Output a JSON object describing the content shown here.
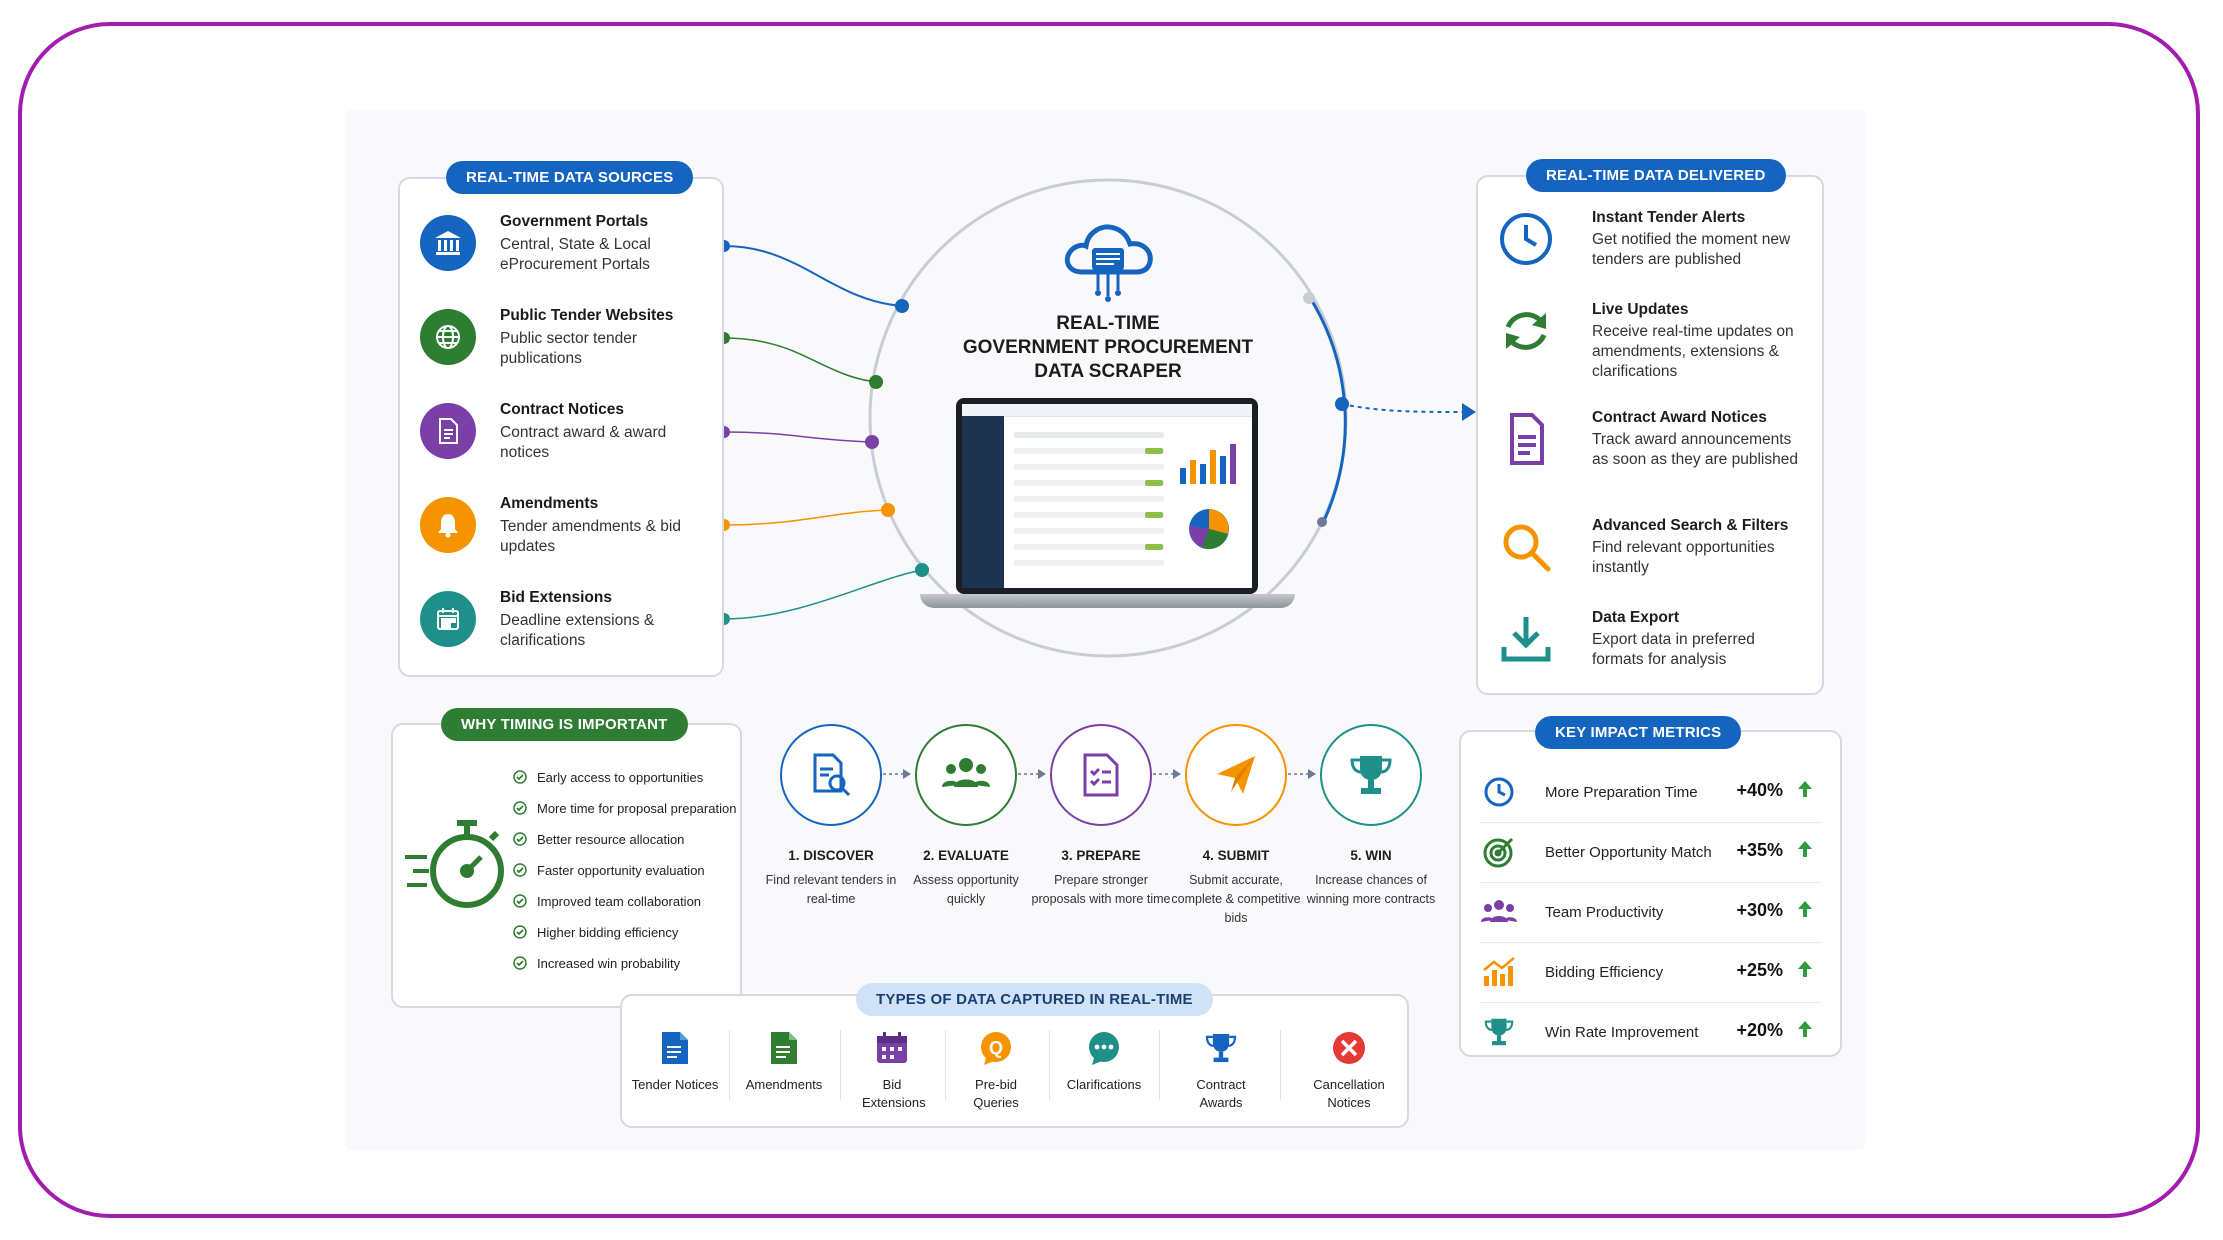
{
  "sources": {
    "badge": "REAL-TIME DATA SOURCES",
    "items": [
      {
        "title": "Government Portals",
        "desc": "Central, State & Local eProcurement Portals",
        "icon": "bank-icon",
        "color": "#1565c0"
      },
      {
        "title": "Public Tender Websites",
        "desc": "Public sector tender publications",
        "icon": "globe-icon",
        "color": "#2e7d32"
      },
      {
        "title": "Contract Notices",
        "desc": "Contract award & award notices",
        "icon": "document-icon",
        "color": "#7b3fa8"
      },
      {
        "title": "Amendments",
        "desc": "Tender amendments & bid updates",
        "icon": "bell-icon",
        "color": "#f59300"
      },
      {
        "title": "Bid Extensions",
        "desc": "Deadline extensions & clarifications",
        "icon": "calendar-icon",
        "color": "#1f8f8a"
      }
    ]
  },
  "center": {
    "title_line1": "REAL-TIME",
    "title_line2": "GOVERNMENT PROCUREMENT",
    "title_line3": "DATA SCRAPER"
  },
  "delivered": {
    "badge": "REAL-TIME DATA DELIVERED",
    "items": [
      {
        "title": "Instant Tender Alerts",
        "desc": "Get notified the moment new tenders are published",
        "icon": "clock-icon",
        "color": "#1565c0"
      },
      {
        "title": "Live Updates",
        "desc": "Receive real-time updates on amendments, extensions & clarifications",
        "icon": "refresh-icon",
        "color": "#2e7d32"
      },
      {
        "title": "Contract Award Notices",
        "desc": "Track award announcements as soon as they are published",
        "icon": "document-icon",
        "color": "#7b3fa8"
      },
      {
        "title": "Advanced Search & Filters",
        "desc": "Find relevant opportunities instantly",
        "icon": "search-icon",
        "color": "#f59300"
      },
      {
        "title": "Data Export",
        "desc": "Export data in preferred formats for analysis",
        "icon": "download-icon",
        "color": "#1f8f8a"
      }
    ]
  },
  "timing": {
    "badge": "WHY TIMING IS IMPORTANT",
    "items": [
      "Early access to opportunities",
      "More time for proposal preparation",
      "Better resource allocation",
      "Faster opportunity evaluation",
      "Improved team collaboration",
      "Higher bidding efficiency",
      "Increased win probability"
    ]
  },
  "steps": [
    {
      "title": "1. DISCOVER",
      "desc": "Find relevant tenders in real-time",
      "icon": "document-search-icon",
      "color": "#1565c0"
    },
    {
      "title": "2. EVALUATE",
      "desc": "Assess opportunity quickly",
      "icon": "team-icon",
      "color": "#2e7d32"
    },
    {
      "title": "3. PREPARE",
      "desc": "Prepare stronger proposals with more time",
      "icon": "checklist-icon",
      "color": "#7b3fa8"
    },
    {
      "title": "4. SUBMIT",
      "desc": "Submit accurate, complete & competitive bids",
      "icon": "paper-plane-icon",
      "color": "#f59300"
    },
    {
      "title": "5. WIN",
      "desc": "Increase chances of winning more contracts",
      "icon": "trophy-icon",
      "color": "#1f8f8a"
    }
  ],
  "metrics": {
    "badge": "KEY IMPACT METRICS",
    "items": [
      {
        "label": "More Preparation Time",
        "value": "+40%",
        "icon": "clock-icon",
        "color": "#1565c0"
      },
      {
        "label": "Better Opportunity Match",
        "value": "+35%",
        "icon": "target-icon",
        "color": "#2e7d32"
      },
      {
        "label": "Team Productivity",
        "value": "+30%",
        "icon": "team-icon",
        "color": "#7b3fa8"
      },
      {
        "label": "Bidding Efficiency",
        "value": "+25%",
        "icon": "growth-chart-icon",
        "color": "#f59300"
      },
      {
        "label": "Win Rate Improvement",
        "value": "+20%",
        "icon": "trophy-icon",
        "color": "#1f8f8a"
      }
    ]
  },
  "types": {
    "badge": "TYPES OF DATA CAPTURED IN REAL-TIME",
    "items": [
      {
        "label": "Tender Notices",
        "icon": "document-icon",
        "color": "#1565c0"
      },
      {
        "label": "Amendments",
        "icon": "document-icon",
        "color": "#2e7d32"
      },
      {
        "label": "Bid Extensions",
        "icon": "calendar-icon",
        "color": "#7b3fa8"
      },
      {
        "label": "Pre-bid Queries",
        "icon": "question-icon",
        "color": "#f59300"
      },
      {
        "label": "Clarifications",
        "icon": "chat-icon",
        "color": "#1f8f8a"
      },
      {
        "label": "Contract Awards",
        "icon": "trophy-icon",
        "color": "#1565c0"
      },
      {
        "label": "Cancellation Notices",
        "icon": "cancel-icon",
        "color": "#e53935"
      }
    ]
  }
}
